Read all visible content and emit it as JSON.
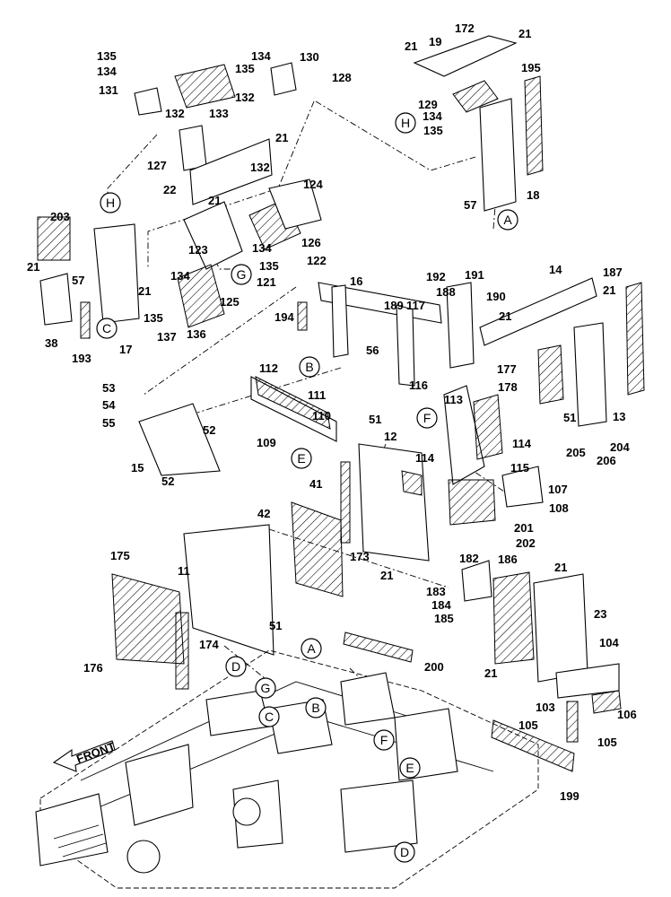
{
  "part_labels": [
    "135",
    "134",
    "131",
    "132",
    "133",
    "135",
    "134",
    "130",
    "128",
    "132",
    "127",
    "22",
    "21",
    "21",
    "132",
    "124",
    "126",
    "122",
    "134",
    "135",
    "121",
    "123",
    "203",
    "21",
    "57",
    "21",
    "38",
    "17",
    "193",
    "134",
    "135",
    "137",
    "136",
    "125",
    "172",
    "21",
    "21",
    "19",
    "195",
    "129",
    "134",
    "135",
    "18",
    "57",
    "191",
    "192",
    "190",
    "188",
    "14",
    "187",
    "21",
    "16",
    "194",
    "189",
    "117",
    "21",
    "56",
    "116",
    "177",
    "178",
    "13",
    "51",
    "204",
    "205",
    "206",
    "53",
    "54",
    "55",
    "52",
    "15",
    "52",
    "112",
    "111",
    "109",
    "110",
    "51",
    "12",
    "113",
    "114",
    "114",
    "115",
    "107",
    "108",
    "41",
    "201",
    "202",
    "42",
    "173",
    "21",
    "182",
    "186",
    "21",
    "183",
    "184",
    "185",
    "23",
    "175",
    "11",
    "51",
    "174",
    "176",
    "200",
    "104",
    "21",
    "103",
    "106",
    "105",
    "105",
    "199"
  ],
  "callouts": [
    "H",
    "H",
    "A",
    "A",
    "C",
    "C",
    "G",
    "G",
    "B",
    "B",
    "E",
    "E",
    "F",
    "F",
    "D",
    "D"
  ],
  "front_label": "FRONT"
}
